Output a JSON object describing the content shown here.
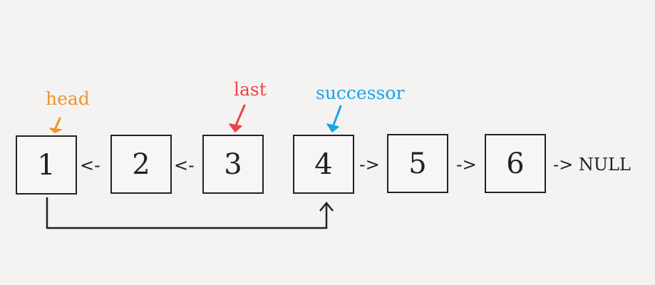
{
  "nodes": [
    "1",
    "2",
    "3",
    "4",
    "5",
    "6"
  ],
  "reverse_arrow": "<-",
  "forward_arrow": "->",
  "terminal": "-> NULL",
  "pointers": {
    "head": {
      "label": "head",
      "color": "#f0932b"
    },
    "last": {
      "label": "last",
      "color": "#e8444a"
    },
    "successor": {
      "label": "successor",
      "color": "#1aa3e8"
    }
  },
  "line_color": "#222222"
}
